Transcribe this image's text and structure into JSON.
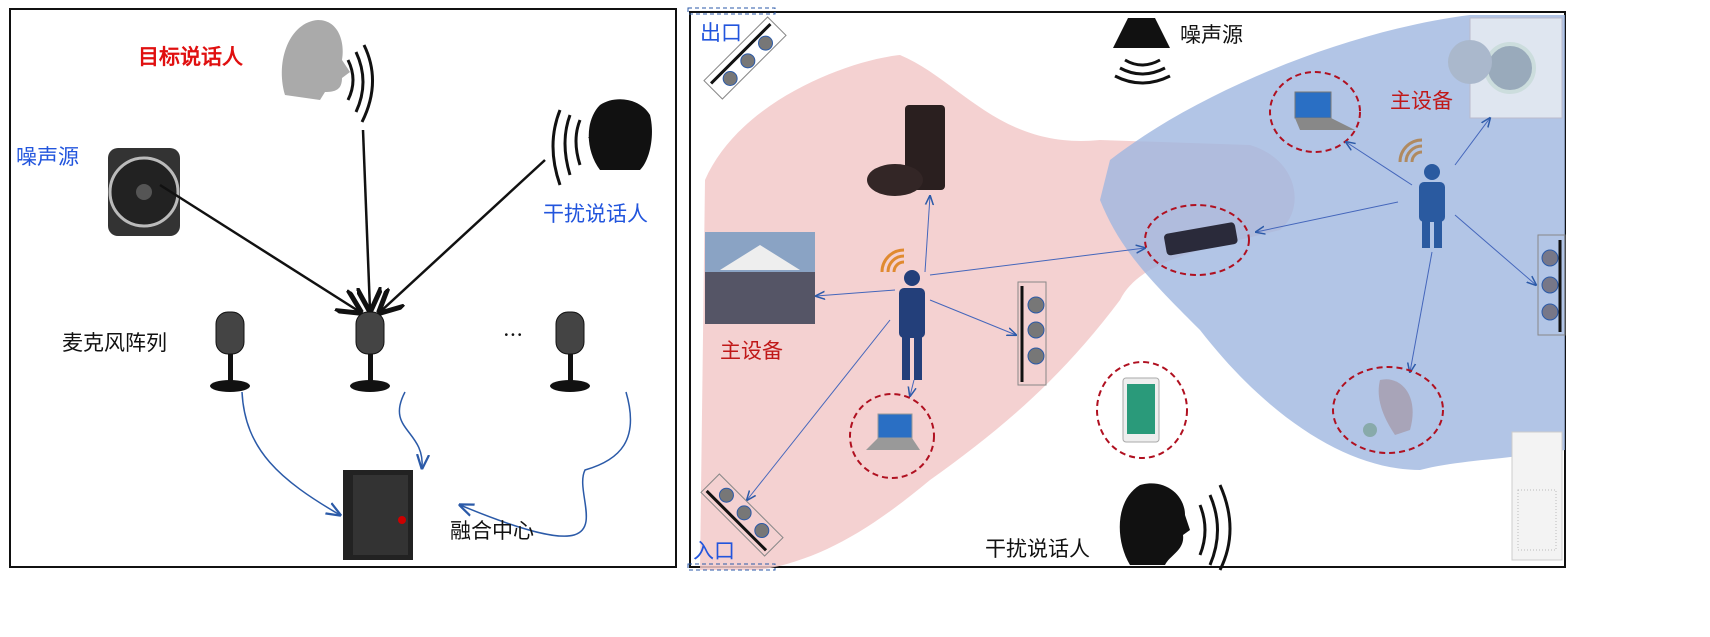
{
  "left_panel": {
    "target_speaker_label": "目标说话人",
    "noise_source_label": "噪声源",
    "interfering_speaker_label": "干扰说话人",
    "mic_array_label": "麦克风阵列",
    "ellipsis": "···",
    "fusion_center_label": "融合中心"
  },
  "right_panel": {
    "exit_label": "出口",
    "entrance_label": "入口",
    "noise_source_label": "噪声源",
    "main_device_label_left": "主设备",
    "main_device_label_right": "主设备",
    "interfering_speaker_label": "干扰说话人"
  },
  "colors": {
    "pink_zone": "#f2c9c9",
    "blue_zone": "#9fb6e0",
    "arrow": "#4466bb",
    "dashed_circle": "#b01020",
    "label_red": "#e01010",
    "label_blue": "#2255dd"
  }
}
